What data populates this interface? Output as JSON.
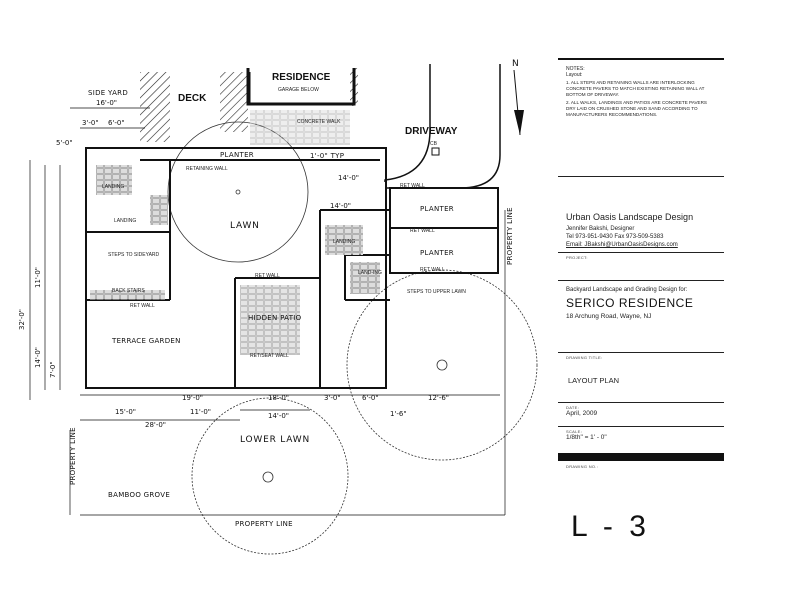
{
  "plan": {
    "labels": {
      "side_yard": "SIDE YARD",
      "deck": "DECK",
      "residence": "RESIDENCE",
      "garage_below": "GARAGE BELOW",
      "concrete_walk": "CONCRETE WALK",
      "driveway": "DRIVEWAY",
      "north": "N",
      "planter_top": "PLANTER",
      "retaining_wall": "RETAINING WALL",
      "typ": "1'-0\" TYP",
      "cb": "CB",
      "landing_1": "LANDING",
      "landing_2": "LANDING",
      "landing_3": "LANDING",
      "landing_4": "LAND-ING",
      "lawn": "LAWN",
      "planter_2": "PLANTER",
      "planter_3": "PLANTER",
      "steps_side": "STEPS TO SIDEYARD",
      "back_stairs": "BACK STAIRS",
      "ret_wall_1": "RET WALL",
      "ret_wall_2": "RET WALL",
      "ret_wall_3": "RET WALL",
      "ret_wall_4": "RET WALL",
      "ret_wall_5": "RET WALL",
      "ret_seat_wall": "RET/SEAT WALL",
      "hidden_patio": "HIDDEN PATIO",
      "terrace_garden": "TERRACE GARDEN",
      "steps_upper": "STEPS TO UPPER LAWN",
      "lower_lawn": "LOWER LAWN",
      "bamboo_grove": "BAMBOO GROVE",
      "property_line_bottom": "PROPERTY LINE",
      "property_line_left": "PROPERTY LINE",
      "property_line_right": "PROPERTY LINE"
    },
    "dims": {
      "d_16": "16'-0\"",
      "d_3": "3'-0\"",
      "d_6": "6'-0\"",
      "d_5w": "5'-0\"",
      "d_14a": "14'-0\"",
      "d_14b": "14'-0\"",
      "d_15": "15'-0\"",
      "d_19": "19'-0\"",
      "d_11": "11'-0\"",
      "d_28": "28'-0\"",
      "d_18": "18'-0\"",
      "d_14c": "14'-0\"",
      "d_12": "12'-6\"",
      "d_1": "1'-6\"",
      "d_6b": "6'-0\"",
      "d_3b": "3'-0\"",
      "d_32": "32'-0\"",
      "d_14v": "14'-0\"",
      "d_11v": "11'-0\"",
      "d_7v": "7'-0\""
    }
  },
  "title_block": {
    "notes_title": "NOTES:",
    "notes_sub": "Layout:",
    "note_1": "1. ALL STEPS AND RETAINING WALLS ARE INTERLOCKING CONCRETE PAVERS TO MATCH EXISTING RETAINING WALL AT BOTTOM OF DRIVEWAY.",
    "note_2": "2. ALL WALKS, LANDINGS AND PATIOS ARE CONCRETE PAVERS DRY LAID ON CRUSHED STONE AND SAND ACCORDING TO MANUFACTURERS RECOMMENDATIONS.",
    "firm_name": "Urban Oasis Landscape Design",
    "designer": "Jennifer Bakshi, Designer",
    "phone": "Tel 973-951-9430    Fax 973-509-5383",
    "email": "Email: JBakshi@UrbanOasisDesigns.com",
    "project_caption": "PROJECT:",
    "project_lead": "Backyard Landscape and Grading Design for:",
    "project_name": "SERICO RESIDENCE",
    "project_address": "18 Archung Road, Wayne, NJ",
    "drawing_title_caption": "DRAWING TITLE:",
    "drawing_title": "LAYOUT PLAN",
    "date_caption": "DATE:",
    "date": "April, 2009",
    "scale_caption": "SCALE:",
    "scale": "1/8th\" = 1' - 0\"",
    "drawing_no_caption": "DRAWING NO.:",
    "sheet_number": "L - 3"
  }
}
